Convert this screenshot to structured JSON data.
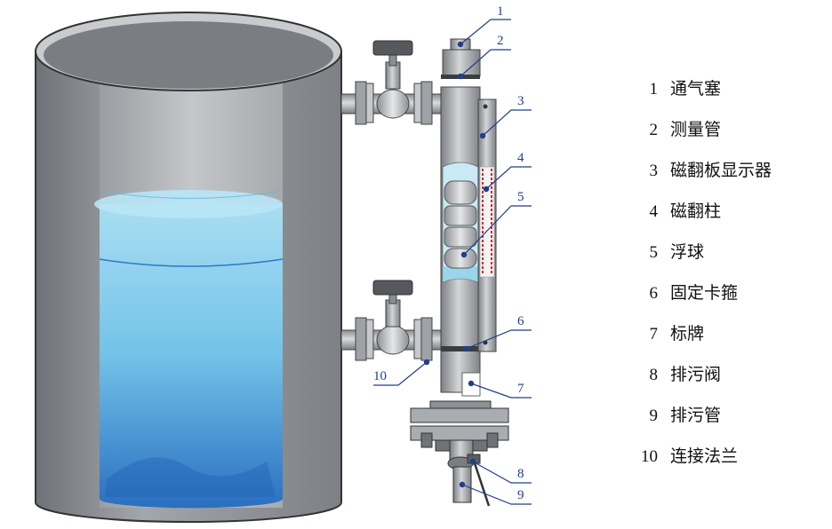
{
  "callouts": [
    "1",
    "2",
    "3",
    "4",
    "5",
    "6",
    "7",
    "8",
    "9",
    "10"
  ],
  "legend": [
    {
      "num": "1",
      "label": "通气塞"
    },
    {
      "num": "2",
      "label": "测量管"
    },
    {
      "num": "3",
      "label": "磁翻板显示器"
    },
    {
      "num": "4",
      "label": "磁翻柱"
    },
    {
      "num": "5",
      "label": "浮球"
    },
    {
      "num": "6",
      "label": "固定卡箍"
    },
    {
      "num": "7",
      "label": "标牌"
    },
    {
      "num": "8",
      "label": "排污阀"
    },
    {
      "num": "9",
      "label": "排污管"
    },
    {
      "num": "10",
      "label": "连接法兰"
    }
  ],
  "colors": {
    "tank_metal": "#8f9296",
    "tank_inner": "#b7b9bc",
    "liquid": "#6cc3e6",
    "liquid_deep": "#2f78c4",
    "callout": "#1f3f8a",
    "indicator_red": "#d8262b"
  }
}
